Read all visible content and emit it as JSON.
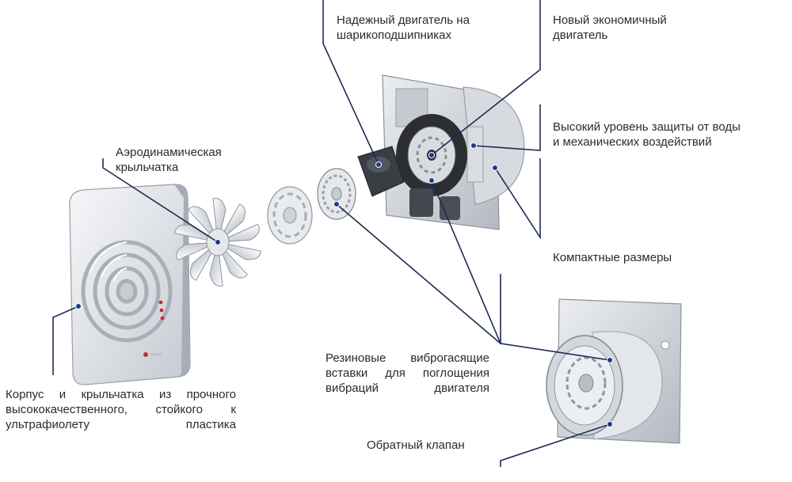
{
  "labels": {
    "bearing_motor": [
      "Надежный двигатель на",
      "шарикоподшипниках"
    ],
    "economy_motor": [
      "Новый экономичный",
      "двигатель"
    ],
    "protection": [
      "Высокий уровень защиты от воды",
      "и механических воздействий"
    ],
    "impeller": [
      "Аэродинамическая",
      "крыльчатка"
    ],
    "compact": "Компактные размеры",
    "housing": [
      "Корпус и крыльчатка из прочного",
      "высококачественного, стойкого к",
      "ультрафиолету пластика"
    ],
    "rubber": [
      "Резиновые виброгасящие",
      "вставки для поглощения",
      "вибраций двигателя"
    ],
    "check_valve": "Обратный клапан"
  },
  "colors": {
    "callout_line": "#1f2a55",
    "callout_dot": "#1b3a8c",
    "label_text": "#2b2b2b",
    "body_light": "#eef0f3",
    "body_shade": "#b9bec6",
    "indicator": "#d02020"
  }
}
